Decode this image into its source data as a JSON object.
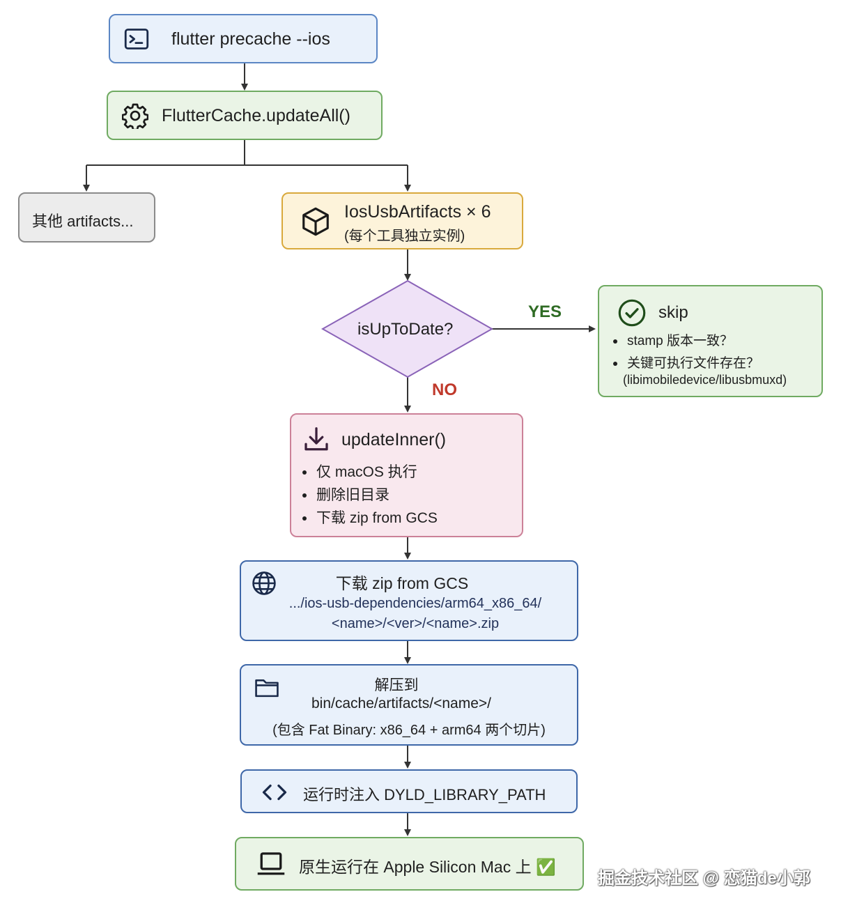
{
  "nodes": {
    "precache": {
      "label": "flutter precache --ios",
      "icon": "terminal-icon"
    },
    "update_all": {
      "label": "FlutterCache.updateAll()",
      "icon": "gear-icon"
    },
    "other": {
      "label": "其他 artifacts..."
    },
    "ios_usb": {
      "title": "IosUsbArtifacts × 6",
      "subtitle": "(每个工具独立实例)",
      "icon": "cube-icon"
    },
    "decision": {
      "label": "isUpToDate?"
    },
    "skip": {
      "title": "skip",
      "icon": "check-circle-icon",
      "bullets": [
        "stamp 版本一致？",
        "关键可执行文件存在？"
      ],
      "note": "(libimobiledevice/libusbmuxd)"
    },
    "update_inner": {
      "title": "updateInner()",
      "icon": "download-icon",
      "bullets": [
        "仅 macOS 执行",
        "删除旧目录",
        "下载 zip from GCS"
      ]
    },
    "download": {
      "title": "下载 zip from GCS",
      "line1": ".../ios-usb-dependencies/arm64_x86_64/",
      "line2": "<name>/<ver>/<name>.zip",
      "icon": "globe-icon"
    },
    "extract": {
      "title": "解压到",
      "line1": "bin/cache/artifacts/<name>/",
      "line2": "(包含 Fat Binary: x86_64 + arm64 两个切片)",
      "icon": "folder-icon"
    },
    "inject": {
      "label": "运行时注入 DYLD_LIBRARY_PATH",
      "icon": "code-icon"
    },
    "native": {
      "label": "原生运行在 Apple Silicon Mac 上 ✅",
      "icon": "laptop-icon"
    }
  },
  "edges": {
    "yes_label": "YES",
    "no_label": "NO"
  },
  "watermark": "掘金技术社区 @ 恋猫de小郭",
  "colors": {
    "blue_fill": "#e9f1fb",
    "green_fill": "#eaf4e6",
    "yellow_fill": "#fdf3da",
    "pink_fill": "#f9e8ee",
    "diamond_fill": "#efe2f7",
    "yes": "#2f6b24",
    "no": "#c0392b"
  }
}
